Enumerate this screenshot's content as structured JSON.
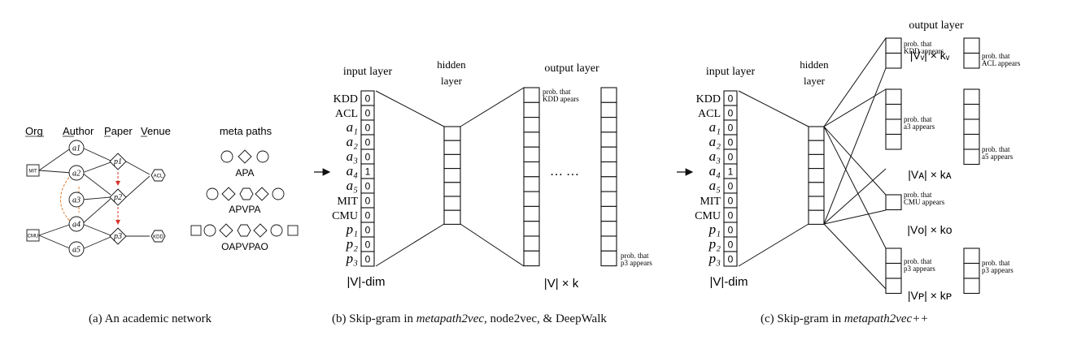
{
  "panel_a": {
    "headers": [
      "Org",
      "Author",
      "Paper",
      "Venue"
    ],
    "orgs": [
      "MIT",
      "CMU"
    ],
    "authors": [
      "a1",
      "a2",
      "a3",
      "a4",
      "a5"
    ],
    "papers": [
      "p1",
      "p2",
      "p3"
    ],
    "venues": [
      "ACL",
      "KDD"
    ],
    "meta_paths_title": "meta paths",
    "meta_paths": [
      "APA",
      "APVPA",
      "OAPVPAO"
    ],
    "caption": "(a)  An academic network"
  },
  "panel_b": {
    "input_title": "input layer",
    "hidden_title": [
      "hidden",
      "layer"
    ],
    "output_title": "output layer",
    "inputs": [
      {
        "label": "KDD",
        "value": "0"
      },
      {
        "label": "ACL",
        "value": "0"
      },
      {
        "label": "a1",
        "value": "0"
      },
      {
        "label": "a2",
        "value": "0"
      },
      {
        "label": "a3",
        "value": "0"
      },
      {
        "label": "a4",
        "value": "1"
      },
      {
        "label": "a5",
        "value": "0"
      },
      {
        "label": "MIT",
        "value": "0"
      },
      {
        "label": "CMU",
        "value": "0"
      },
      {
        "label": "p1",
        "value": "0"
      },
      {
        "label": "p2",
        "value": "0"
      },
      {
        "label": "p3",
        "value": "0"
      }
    ],
    "dim_label": "|V|-dim",
    "ellipsis": "… …",
    "prob_kdd": [
      "prob. that",
      "KDD apears"
    ],
    "prob_p3": [
      "prob. that",
      "p3 appears"
    ],
    "out_label": "|V| × k",
    "caption_prefix": "(b)  Skip-gram in ",
    "caption_italic": "metapath2vec",
    "caption_suffix": ", node2vec, & DeepWalk"
  },
  "panel_c": {
    "input_title": "input layer",
    "hidden_title": [
      "hidden",
      "layer"
    ],
    "output_title": "output layer",
    "dim_label": "|V|-dim",
    "groups": [
      {
        "label": "|Vᵥ| × kᵥ",
        "first": [
          "prob. that",
          "KDD appears"
        ],
        "second": [
          "prob. that",
          "ACL appears"
        ]
      },
      {
        "label": "|Vᴀ| × kᴀ",
        "first": [
          "prob. that",
          "a3 appears"
        ],
        "second": [
          "prob. that",
          "a5 appears"
        ]
      },
      {
        "label": "|Vᴏ| × kᴏ",
        "first": [
          "prob. that",
          "CMU appears"
        ]
      },
      {
        "label": "|Vᴘ| × kᴘ",
        "first": [
          "prob. that",
          "p3 appears"
        ],
        "second": [
          "prob. that",
          "p3 appears"
        ]
      }
    ],
    "caption_prefix": "(c)  Skip-gram in ",
    "caption_italic": "metapath2vec++"
  }
}
